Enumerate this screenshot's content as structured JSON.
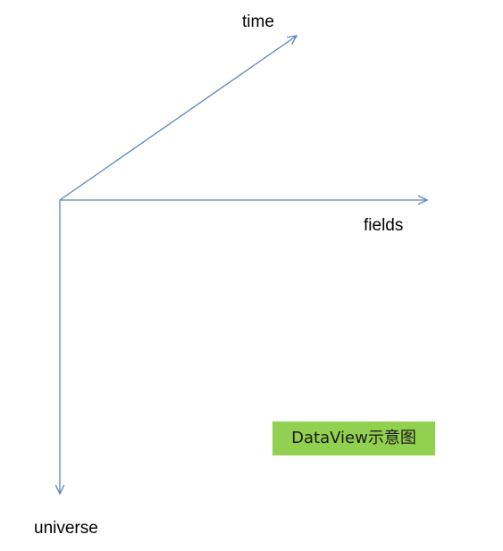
{
  "colors": {
    "axis_line": "#5b86c0",
    "caption_background": "#92d050",
    "label_text": "#000000"
  },
  "axes": {
    "time": {
      "label": "time"
    },
    "fields": {
      "label": "fields"
    },
    "universe": {
      "label": "universe"
    }
  },
  "caption": {
    "text": "DataView示意图"
  }
}
